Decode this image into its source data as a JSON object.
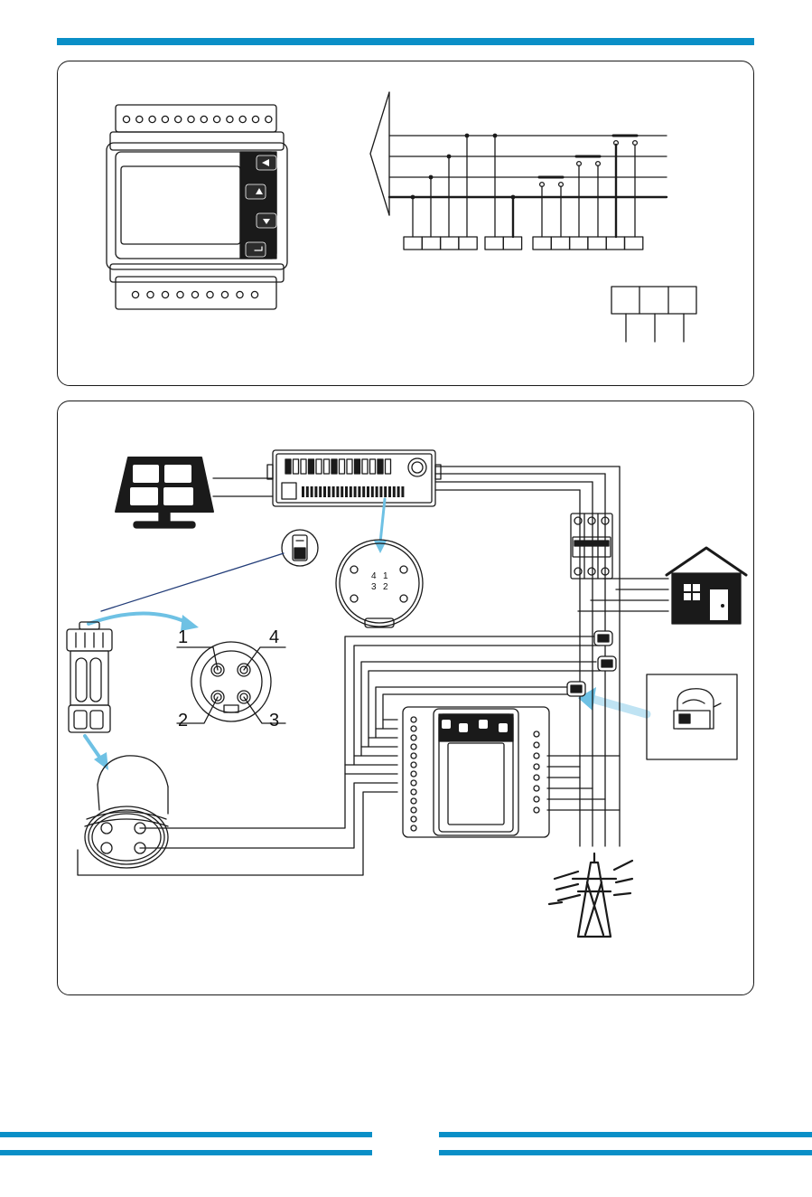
{
  "colors": {
    "accent": "#0a8fc7",
    "ink": "#1a1a1a",
    "arrow": "#6ec1e4"
  },
  "pin_callouts": [
    "1",
    "4",
    "2",
    "3"
  ],
  "port_pins": [
    "4",
    "1",
    "3",
    "2"
  ],
  "icons": [
    "solar-panel-icon",
    "inverter-icon",
    "house-icon",
    "ct-clamp-icon",
    "power-tower-icon",
    "energy-meter-icon",
    "breaker-icon"
  ]
}
